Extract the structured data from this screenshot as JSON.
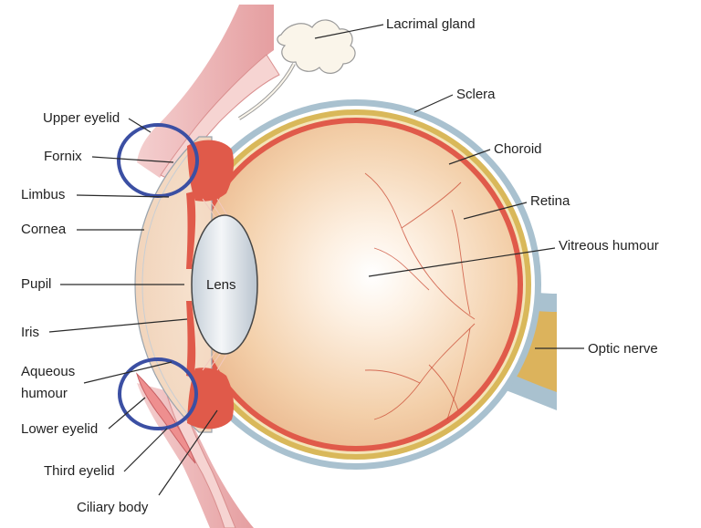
{
  "diagram": {
    "labels": {
      "lacrimal_gland": "Lacrimal gland",
      "sclera": "Sclera",
      "choroid": "Choroid",
      "retina": "Retina",
      "vitreous_humour": "Vitreous humour",
      "optic_nerve": "Optic nerve",
      "upper_eyelid": "Upper eyelid",
      "fornix": "Fornix",
      "limbus": "Limbus",
      "cornea": "Cornea",
      "pupil": "Pupil",
      "iris": "Iris",
      "aqueous_humour_line1": "Aqueous",
      "aqueous_humour_line2": "humour",
      "lower_eyelid": "Lower eyelid",
      "third_eyelid": "Third eyelid",
      "ciliary_body": "Ciliary body",
      "lens": "Lens"
    },
    "colors": {
      "sclera": "#a9c1cf",
      "choroid": "#d9b85a",
      "retina": "#e05a4a",
      "vitreous_center": "#ffffff",
      "vitreous_edge": "#e9b98d",
      "lens": "#d9e1e8",
      "eyelid": "#e8a9aa",
      "optic_nerve": "#dcb35c",
      "highlight_circle": "#3b4fa3"
    }
  }
}
